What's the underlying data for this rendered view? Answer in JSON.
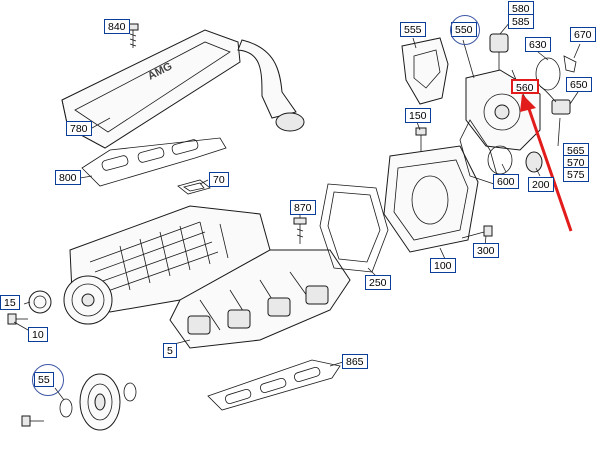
{
  "diagram": {
    "labels": [
      {
        "id": "840",
        "text": "840"
      },
      {
        "id": "780",
        "text": "780"
      },
      {
        "id": "800",
        "text": "800"
      },
      {
        "id": "70",
        "text": "70"
      },
      {
        "id": "870",
        "text": "870"
      },
      {
        "id": "15",
        "text": "15"
      },
      {
        "id": "10",
        "text": "10"
      },
      {
        "id": "5",
        "text": "5"
      },
      {
        "id": "55",
        "text": "55"
      },
      {
        "id": "865",
        "text": "865"
      },
      {
        "id": "250",
        "text": "250"
      },
      {
        "id": "100",
        "text": "100"
      },
      {
        "id": "300",
        "text": "300"
      },
      {
        "id": "150",
        "text": "150"
      },
      {
        "id": "555",
        "text": "555"
      },
      {
        "id": "550",
        "text": "550"
      },
      {
        "id": "580",
        "text": "580"
      },
      {
        "id": "585",
        "text": "585"
      },
      {
        "id": "630",
        "text": "630"
      },
      {
        "id": "670",
        "text": "670"
      },
      {
        "id": "650",
        "text": "650"
      },
      {
        "id": "560",
        "text": "560"
      },
      {
        "id": "565",
        "text": "565"
      },
      {
        "id": "570",
        "text": "570"
      },
      {
        "id": "575",
        "text": "575"
      },
      {
        "id": "600",
        "text": "600"
      },
      {
        "id": "200",
        "text": "200"
      }
    ],
    "cover_text": "AMG",
    "highlight_color": "#e21b1b",
    "label_border_color": "#0a3f99"
  }
}
